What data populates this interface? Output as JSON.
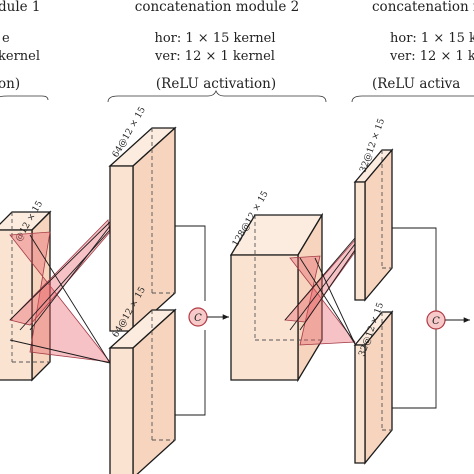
{
  "header": {
    "module_1": {
      "title_fragment": "dule 1",
      "kernel_hor_fragment": "e",
      "kernel_ver_fragment": "kernel",
      "activation_fragment": "on)"
    },
    "module_2": {
      "title": "concatenation module 2",
      "kernel_hor": "hor: 1 × 15 kernel",
      "kernel_ver": "ver: 12 × 1 kernel",
      "activation": "(ReLU activation)"
    },
    "module_3": {
      "title_fragment": "concatenation m",
      "kernel_hor_fragment": "hor: 1 × 15 k",
      "kernel_ver_fragment": "ver: 12 × 1 k",
      "activation_fragment": "(ReLU activa"
    }
  },
  "layers": {
    "input_block_label": "@12 × 15",
    "module2_top_label": "64@12 × 15",
    "module2_bottom_label": "64@12 × 15",
    "middle_block_label": "128@12 × 15",
    "module3_top_label": "32@12 × 15",
    "module3_bottom_label": "32@12 × 15"
  },
  "concat_symbol": "C"
}
